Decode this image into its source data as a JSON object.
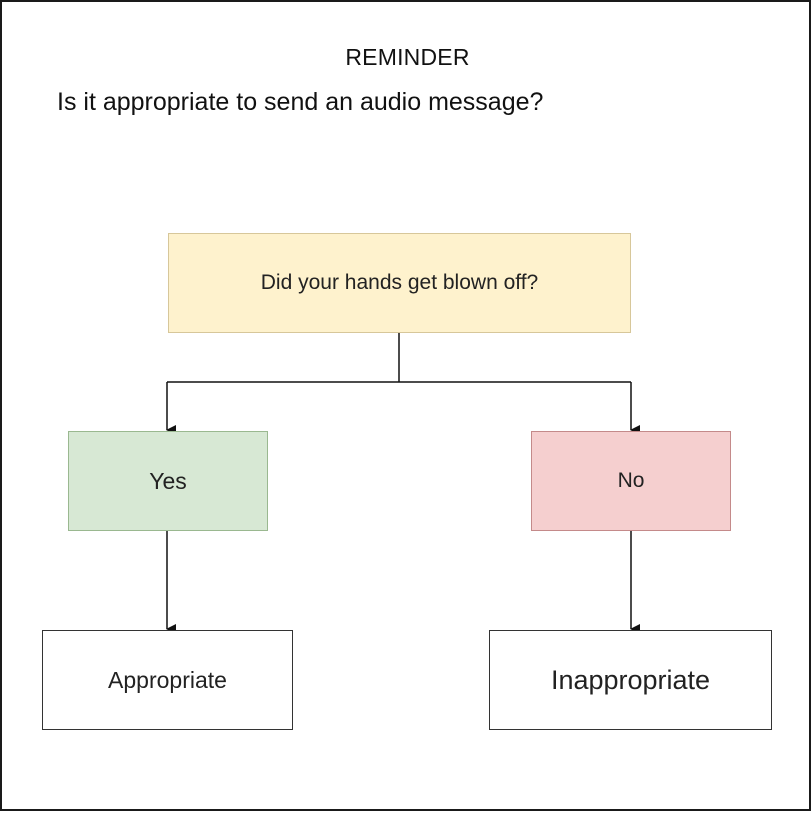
{
  "header": {
    "label": "REMINDER",
    "question": "Is it appropriate to send an audio message?"
  },
  "flowchart": {
    "decision": "Did your hands get blown off?",
    "yes_branch": {
      "label": "Yes",
      "result": "Appropriate"
    },
    "no_branch": {
      "label": "No",
      "result": "Inappropriate"
    }
  },
  "colors": {
    "decision_fill": "#fef2cd",
    "yes_fill": "#d7e8d4",
    "no_fill": "#f5cfcf",
    "result_fill": "#ffffff"
  }
}
